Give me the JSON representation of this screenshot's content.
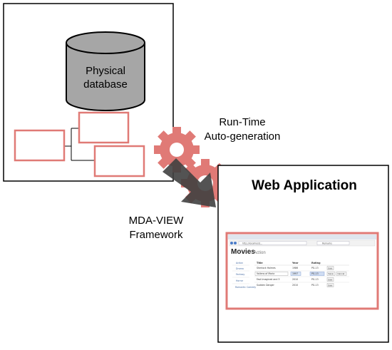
{
  "database": {
    "label_line1": "Physical",
    "label_line2": "database"
  },
  "runtime": {
    "line1": "Run-Time",
    "line2": "Auto-generation"
  },
  "framework": {
    "line1": "MDA-VIEW",
    "line2": "Framework"
  },
  "webapp": {
    "title": "Web Application",
    "browser": {
      "url": "http://localhost/...",
      "search": "Remarks"
    },
    "page_title": "Movies",
    "page_subtitle": "Action",
    "genres": [
      "Action",
      "Drama",
      "Fantasy",
      "Horror",
      "Romantic Comedy"
    ],
    "columns": [
      "Title",
      "Year",
      "Rating"
    ],
    "rows": [
      {
        "title": "Sherlock Holmes",
        "year": "1986",
        "rating": "PG-13",
        "actions": [
          "Edit"
        ]
      },
      {
        "title": "Valiens of Moria",
        "year": "1997",
        "rating": "PG-13",
        "actions": [
          "Save",
          "Cancel"
        ]
      },
      {
        "title": "Fast Imagined and 3",
        "year": "2010",
        "rating": "PG-13",
        "actions": [
          "Edit"
        ]
      },
      {
        "title": "Sudden Danger",
        "year": "2010",
        "rating": "PG-13",
        "actions": [
          "Edit"
        ]
      }
    ]
  },
  "colors": {
    "accent": "#e07a76",
    "dark_arrow": "#404040",
    "cylinder": "#a6a6a6"
  }
}
